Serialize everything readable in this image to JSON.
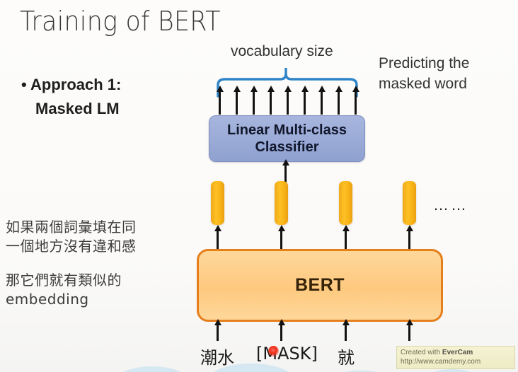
{
  "slide": {
    "title": "Training of BERT",
    "background_color": "#fcfbf9"
  },
  "bullet": {
    "marker": "•",
    "line1": "Approach 1:",
    "line2": "Masked LM"
  },
  "notes": {
    "note1": "如果兩個詞彙填在同\n一個地方沒有違和感",
    "note2": "那它們就有類似的\nembedding"
  },
  "annotations": {
    "vocabulary_size": "vocabulary size",
    "predicting": "Predicting the\nmasked word",
    "ellipsis": "……"
  },
  "diagram": {
    "classifier": {
      "line1": "Linear Multi-class",
      "line2": "Classifier",
      "fill_color": "#96a8d8",
      "border_color": "#7e90c4",
      "output_arrow_count": 9
    },
    "bert": {
      "label": "BERT",
      "fill_color": "#ffd08a",
      "border_color": "#e57f1c"
    },
    "brace_color": "#2d84c8",
    "embedding_bar_color": "#f7b81c",
    "embedding_bar_count": 4,
    "input_tokens": [
      {
        "text": "潮水"
      },
      {
        "text": "[MASK]"
      },
      {
        "text": "就"
      }
    ]
  },
  "watermark": {
    "line1_prefix": "Created with ",
    "line1_brand": "EverCam",
    "line2": "http://www.camdemy.com"
  }
}
